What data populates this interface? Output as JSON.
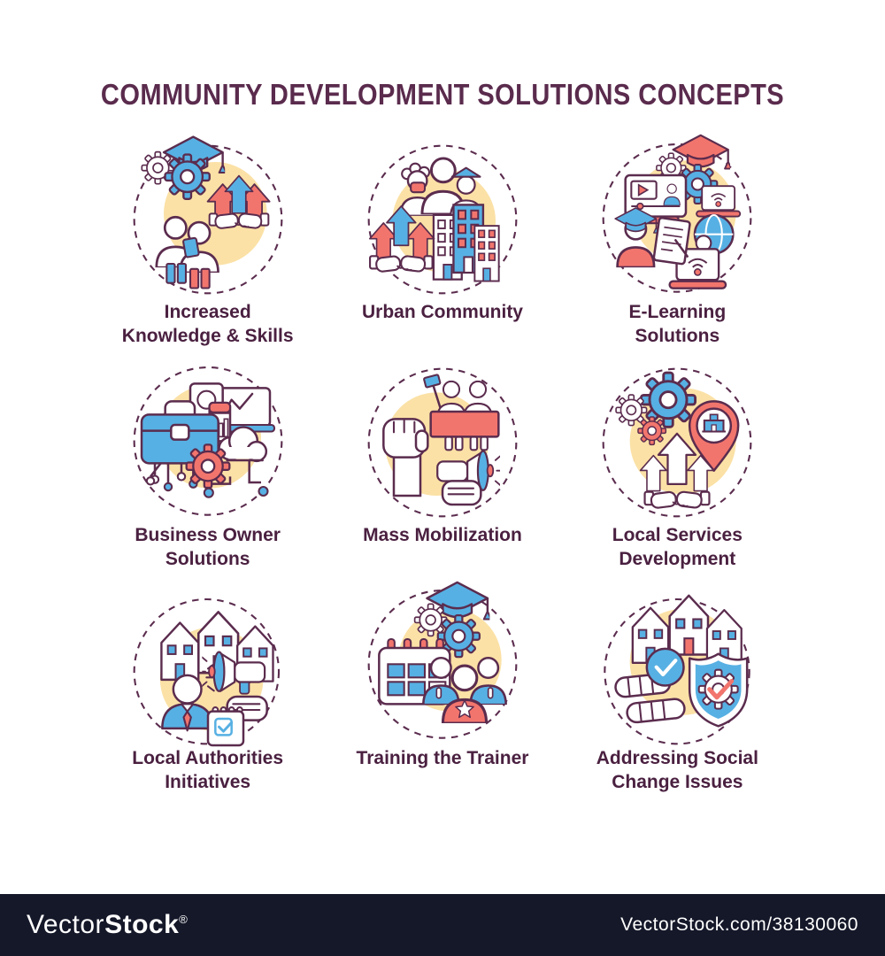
{
  "title": "COMMUNITY DEVELOPMENT SOLUTIONS CONCEPTS",
  "concepts": [
    {
      "icon": "increased-knowledge-skills-icon",
      "lines": [
        "Increased",
        "Knowledge & Skills"
      ]
    },
    {
      "icon": "urban-community-icon",
      "lines": [
        "Urban Community",
        ""
      ]
    },
    {
      "icon": "e-learning-solutions-icon",
      "lines": [
        "E-Learning",
        "Solutions"
      ]
    },
    {
      "icon": "business-owner-solutions-icon",
      "lines": [
        "Business Owner",
        "Solutions"
      ]
    },
    {
      "icon": "mass-mobilization-icon",
      "lines": [
        "Mass Mobilization",
        ""
      ]
    },
    {
      "icon": "local-services-development-icon",
      "lines": [
        "Local Services",
        "Development"
      ]
    },
    {
      "icon": "local-authorities-initiatives-icon",
      "lines": [
        "Local Authorities",
        "Initiatives"
      ]
    },
    {
      "icon": "training-the-trainer-icon",
      "lines": [
        "Training the Trainer",
        ""
      ]
    },
    {
      "icon": "addressing-social-change-icon",
      "lines": [
        "Addressing Social",
        "Change Issues"
      ]
    }
  ],
  "footer": {
    "brand_vector": "Vector",
    "brand_stock": "Stock",
    "registered": "®",
    "url": "VectorStock.com/38130060"
  },
  "colors": {
    "accent_blue": "#57b0e3",
    "accent_red": "#f2756d",
    "accent_yellow": "#fbe1a6",
    "outline_plum": "#5b2c4e",
    "label_purple": "#4a2040",
    "title_purple": "#5a2b4d",
    "footer_navy": "#151829"
  }
}
